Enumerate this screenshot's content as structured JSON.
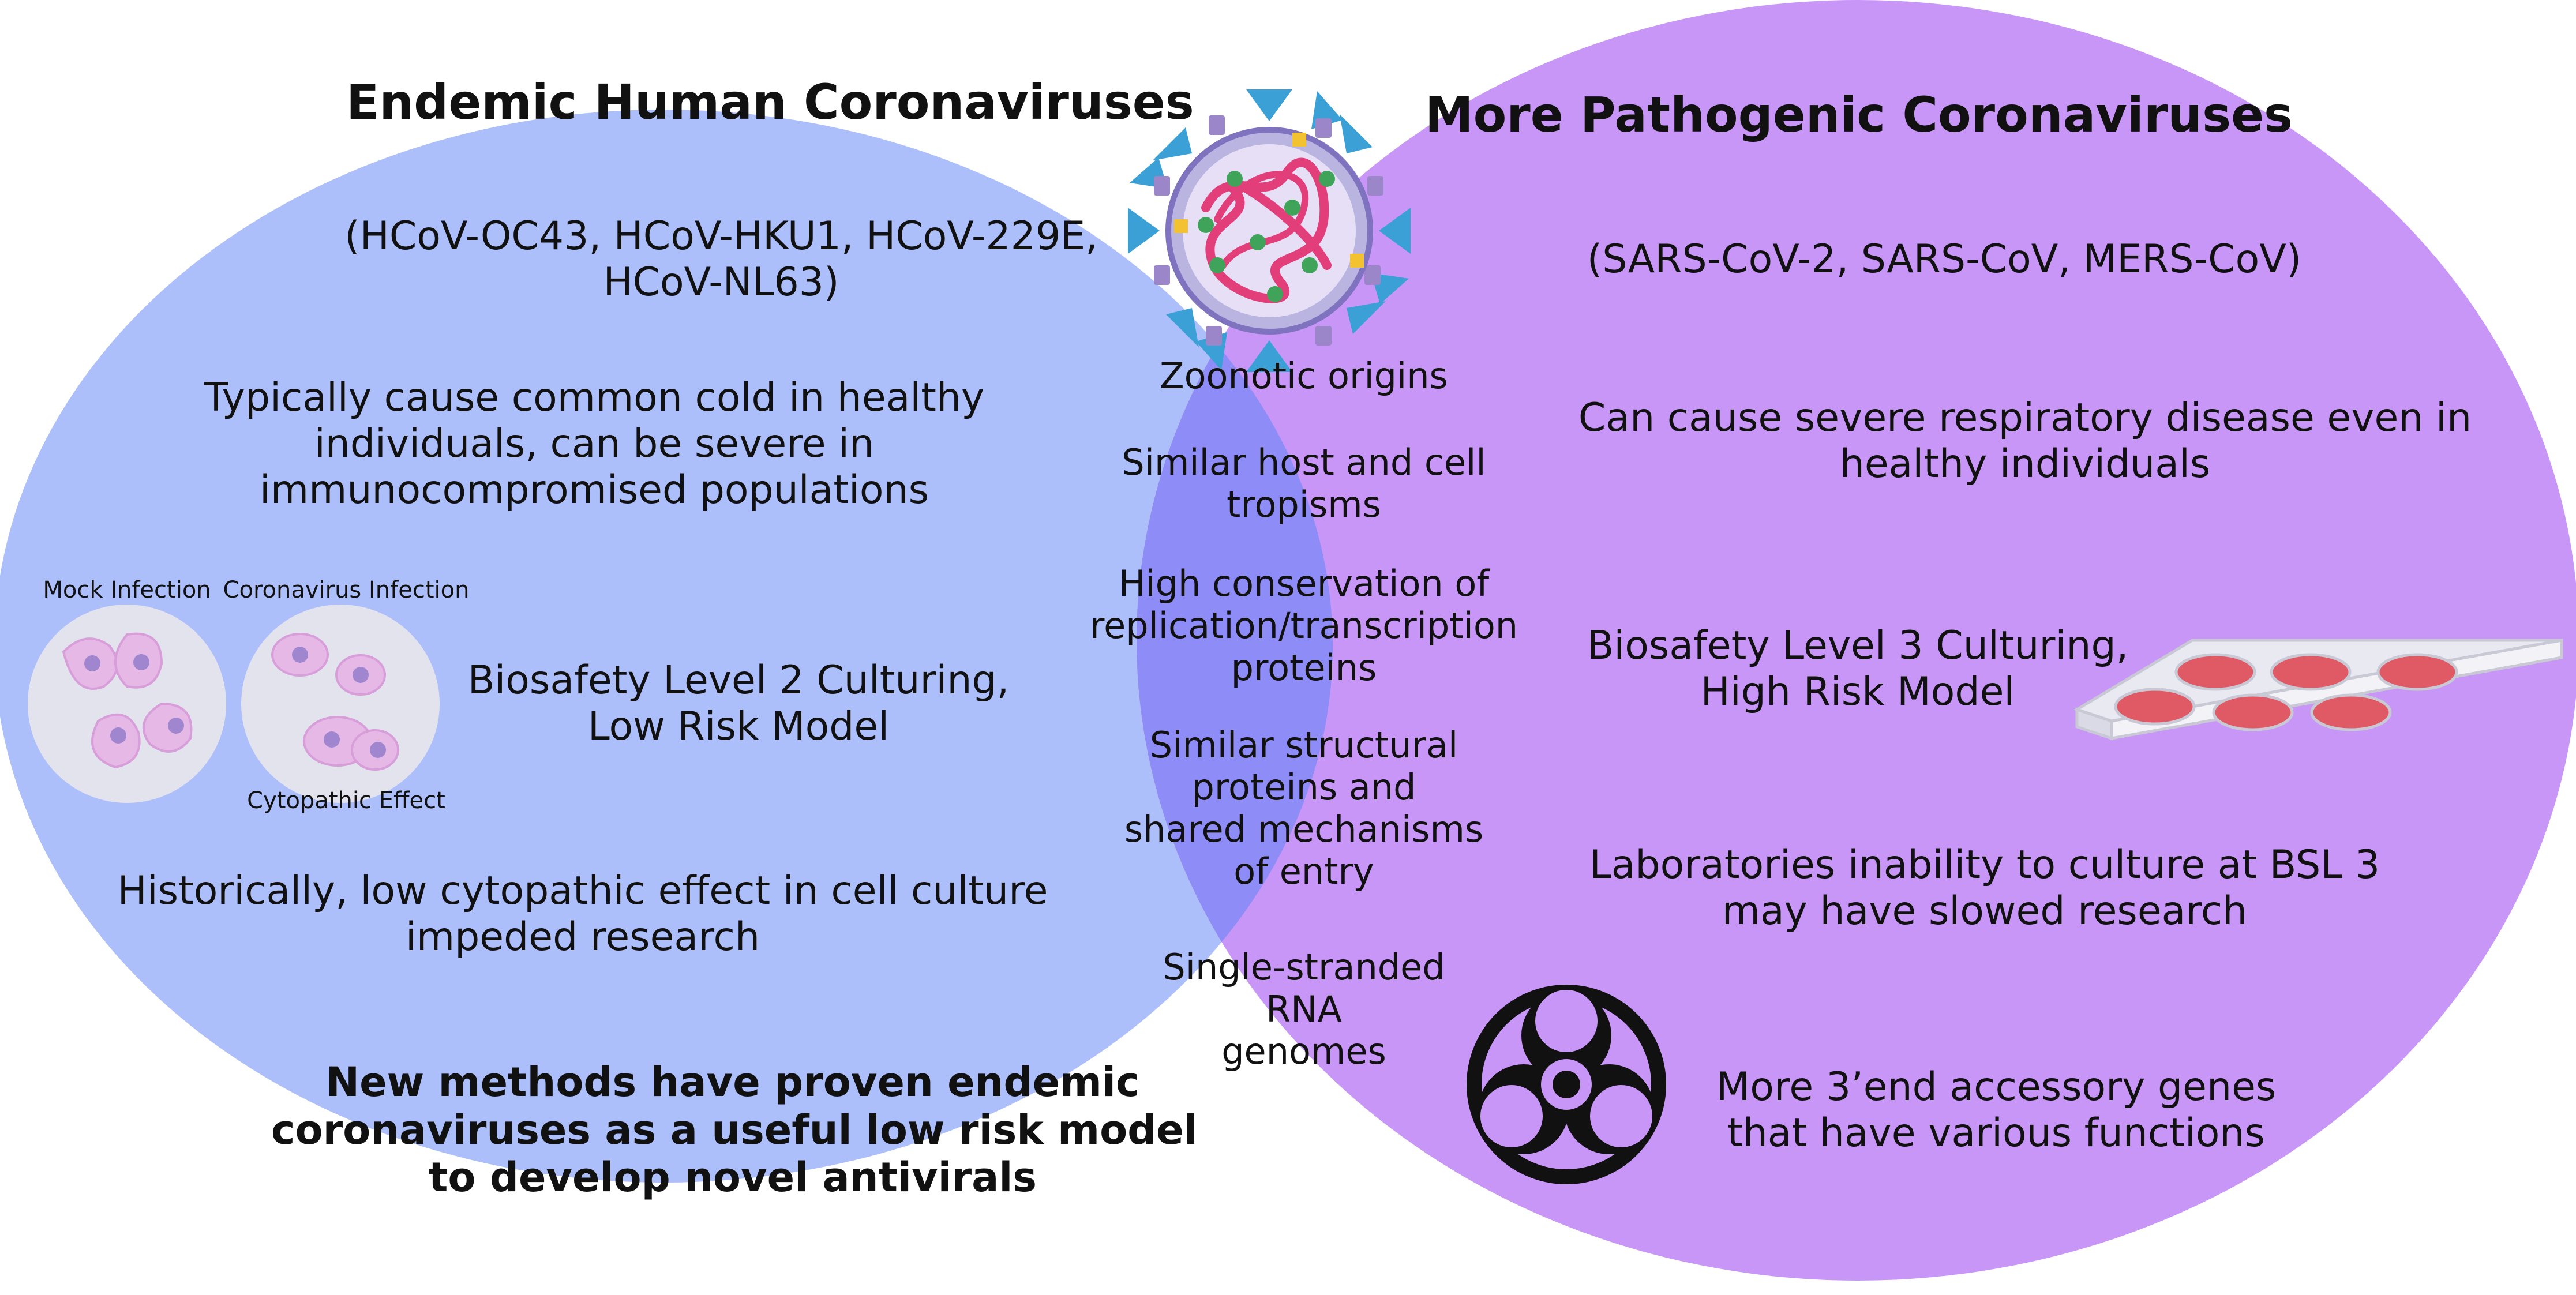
{
  "left": {
    "title": "Endemic Human Coronaviruses",
    "strains_line1": "(HCoV-OC43, HCoV-HKU1, HCoV-229E,",
    "strains_line2": "HCoV-NL63)",
    "disease_line1": "Typically cause common cold in healthy",
    "disease_line2": "individuals, can be severe in",
    "disease_line3": "immunocompromised populations",
    "mock_label": "Mock Infection",
    "corona_label": "Coronavirus Infection",
    "cpe_label": "Cytopathic Effect",
    "bsl_line1": "Biosafety Level 2 Culturing,",
    "bsl_line2": "Low Risk Model",
    "history_line1": "Historically, low cytopathic effect in cell culture",
    "history_line2": "impeded research",
    "conclusion_line1": "New methods have proven endemic",
    "conclusion_line2": "coronaviruses as a useful low risk model",
    "conclusion_line3": "to develop novel antivirals"
  },
  "center": {
    "item1": "Zoonotic origins",
    "item2_line1": "Similar host and cell",
    "item2_line2": "tropisms",
    "item3_line1": "High conservation of",
    "item3_line2": "replication/transcription",
    "item3_line3": "proteins",
    "item4_line1": "Similar structural",
    "item4_line2": "proteins and",
    "item4_line3": "shared mechanisms",
    "item4_line4": "of entry",
    "item5_line1": "Single-stranded",
    "item5_line2": "RNA",
    "item5_line3": "genomes"
  },
  "right": {
    "title": "More Pathogenic Coronaviruses",
    "strains": "(SARS-CoV-2, SARS-CoV, MERS-CoV)",
    "disease_line1": "Can cause severe respiratory disease even in",
    "disease_line2": "healthy individuals",
    "bsl_line1": "Biosafety Level 3 Culturing,",
    "bsl_line2": "High Risk Model",
    "lab_line1": "Laboratories inability to culture at BSL 3",
    "lab_line2": "may have slowed research",
    "genes_line1": "More 3’end accessory genes",
    "genes_line2": "that have various functions"
  },
  "icons": {
    "virus": "coronavirus-icon",
    "biohazard": "biohazard-icon",
    "plate": "culture-plate-icon",
    "cells": "cell-dish-icon"
  },
  "colors": {
    "left_fill": "#adbffb",
    "right_fill": "#c896f6",
    "overlap_fill": "#8e8cf7",
    "text": "#111111"
  }
}
